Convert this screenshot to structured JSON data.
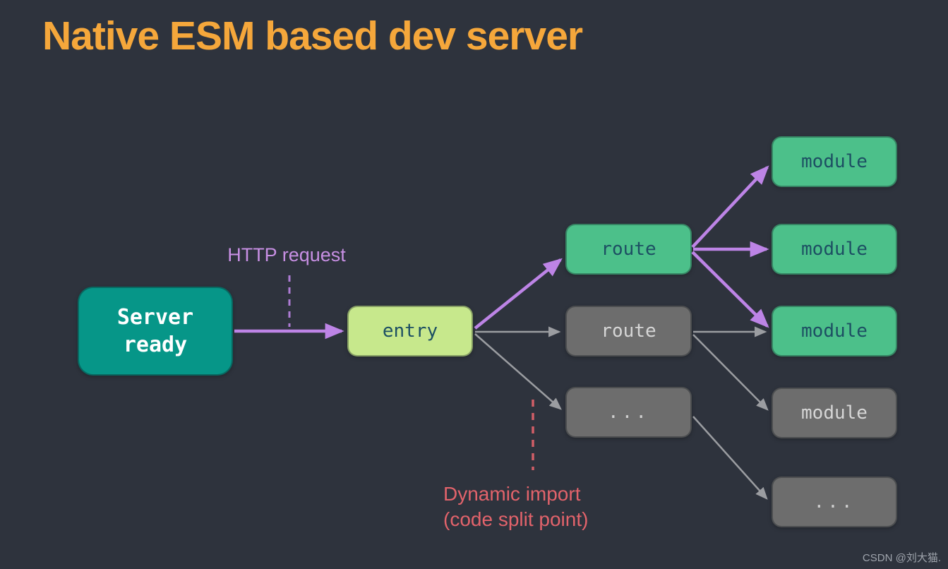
{
  "title": "Native ESM based dev server",
  "diagram": {
    "server_ready": {
      "line1": "Server",
      "line2": "ready"
    },
    "entry_label": "entry",
    "route_green_label": "route",
    "route_gray_label": "route",
    "routes_ellipsis": "...",
    "module_labels": [
      "module",
      "module",
      "module",
      "module"
    ],
    "modules_ellipsis": "...",
    "http_request_label": "HTTP request",
    "dynamic_import_line1": "Dynamic import",
    "dynamic_import_line2": "(code split point)"
  },
  "watermark": "CSDN @刘大猫.",
  "colors": {
    "background": "#2e333d",
    "title": "#f5a73b",
    "teal_box": "#069688",
    "lime_box": "#c7e88c",
    "green_box": "#4cc08a",
    "gray_box": "#6d6d6d",
    "dark_text": "#1d4f63",
    "light_text": "#d6d6d6",
    "purple_arrow": "#bd84e6",
    "purple_label": "#c78fe3",
    "gray_arrow": "#9b9da1",
    "red_label": "#e2636b",
    "watermark": "#b3b8c0"
  }
}
